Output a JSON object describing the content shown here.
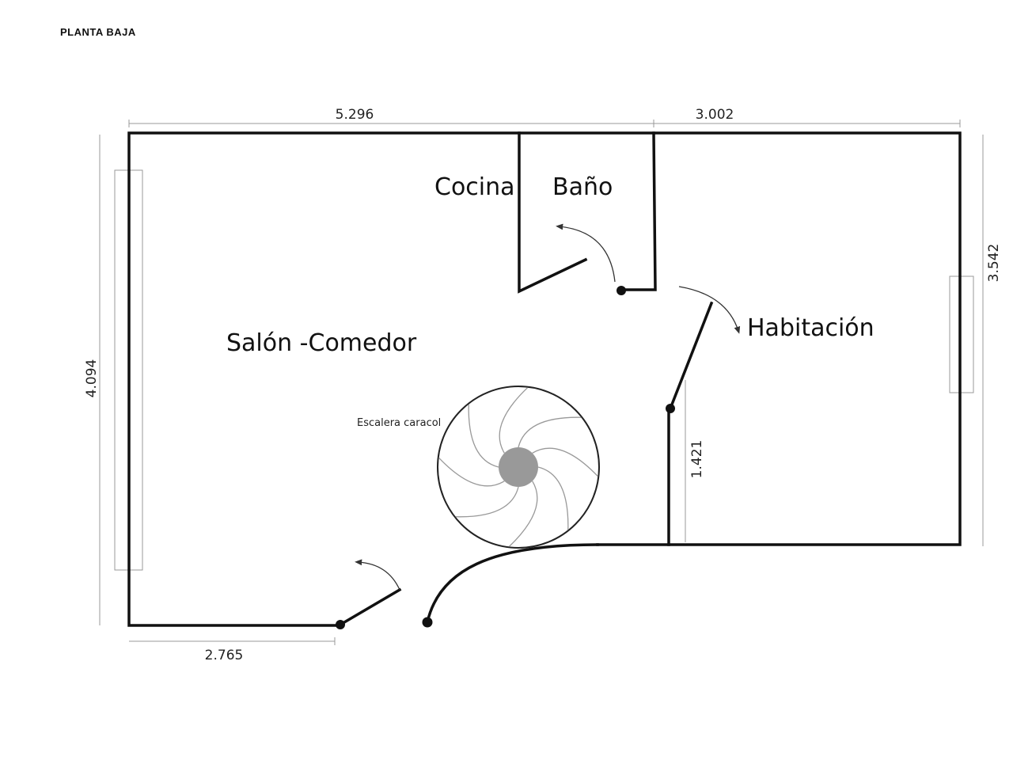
{
  "title": "PLANTA BAJA",
  "rooms": {
    "cocina": "Cocina",
    "bano": "Baño",
    "salon": "Salón -Comedor",
    "habitacion": "Habitación",
    "escalera": "Escalera caracol"
  },
  "dimensions": {
    "top_left": "5.296",
    "top_right": "3.002",
    "left": "4.094",
    "right": "3.542",
    "bottom": "2.765",
    "partition": "1.421"
  },
  "colors": {
    "wall": "#111111",
    "stair_hub": "#999999"
  }
}
